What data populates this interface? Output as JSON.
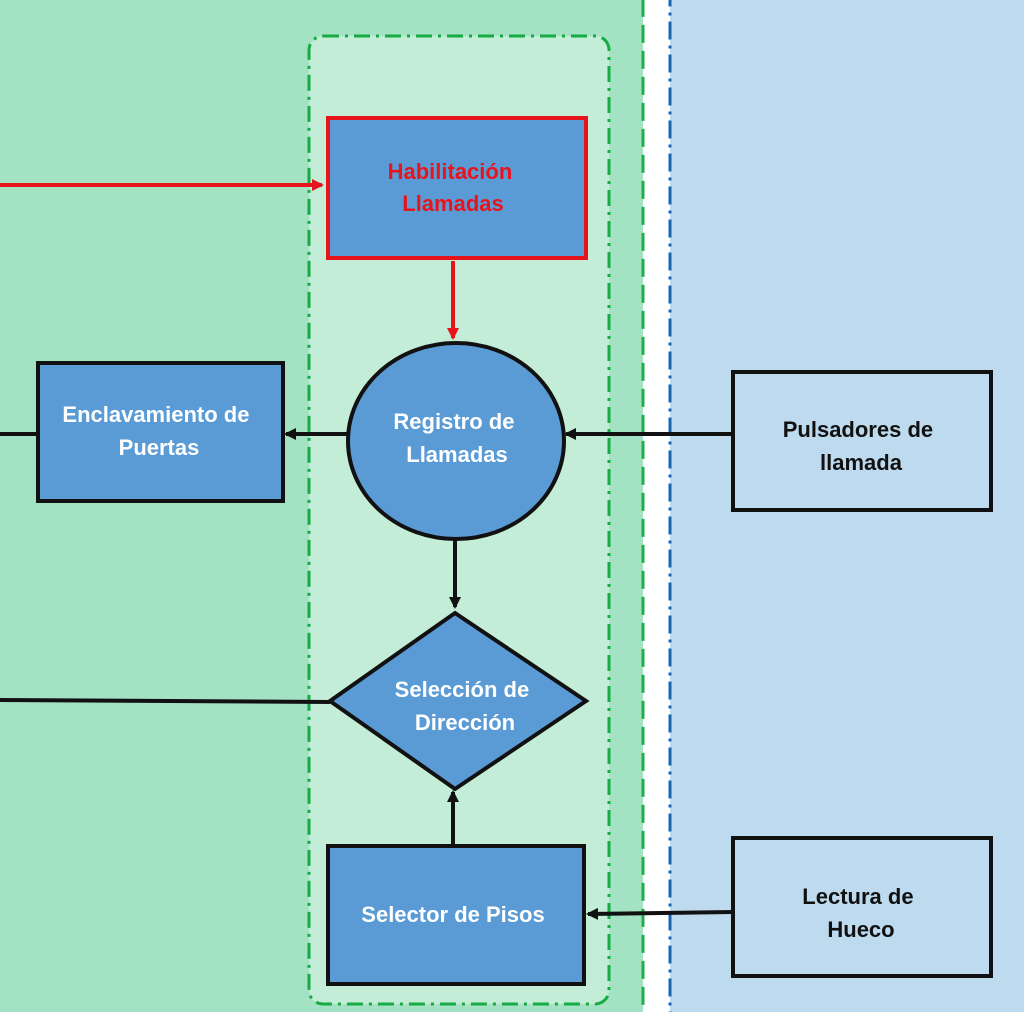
{
  "colors": {
    "green_panel": "#a3e2c2",
    "green_panel_border": "#21ad4a",
    "inner_panel": "#c3edd6",
    "inner_panel_border": "#16ab44",
    "blue_panel": "#bddaef",
    "blue_panel_border": "#1766b1",
    "node_fill": "#5b9bd5",
    "node_border": "#111111",
    "input_fill": "#bddaef",
    "highlight": "#e8141c",
    "arrow": "#111111"
  },
  "nodes": {
    "habilitacion": {
      "lines": [
        "Habilitación",
        "Llamadas"
      ],
      "shape": "rectangle",
      "style": "red-highlight"
    },
    "registro": {
      "lines": [
        "Registro de",
        "Llamadas"
      ],
      "shape": "ellipse"
    },
    "enclavamiento": {
      "lines": [
        "Enclavamiento de",
        "Puertas"
      ],
      "shape": "rectangle"
    },
    "seleccion": {
      "lines": [
        "Selección de",
        "Dirección"
      ],
      "shape": "diamond"
    },
    "selector": {
      "lines": [
        "Selector de Pisos"
      ],
      "shape": "rectangle"
    },
    "pulsadores": {
      "lines": [
        "Pulsadores de",
        "llamada"
      ],
      "shape": "rectangle",
      "style": "input"
    },
    "lectura": {
      "lines": [
        "Lectura de",
        "Hueco"
      ],
      "shape": "rectangle",
      "style": "input"
    }
  },
  "edges": [
    {
      "from": "external-left",
      "to": "habilitacion",
      "color": "red"
    },
    {
      "from": "habilitacion",
      "to": "registro",
      "color": "red"
    },
    {
      "from": "pulsadores",
      "to": "registro"
    },
    {
      "from": "registro",
      "to": "enclavamiento"
    },
    {
      "from": "enclavamiento",
      "to": "external-left"
    },
    {
      "from": "registro",
      "to": "seleccion"
    },
    {
      "from": "seleccion",
      "to": "external-left"
    },
    {
      "from": "selector",
      "to": "seleccion"
    },
    {
      "from": "lectura",
      "to": "selector"
    }
  ]
}
